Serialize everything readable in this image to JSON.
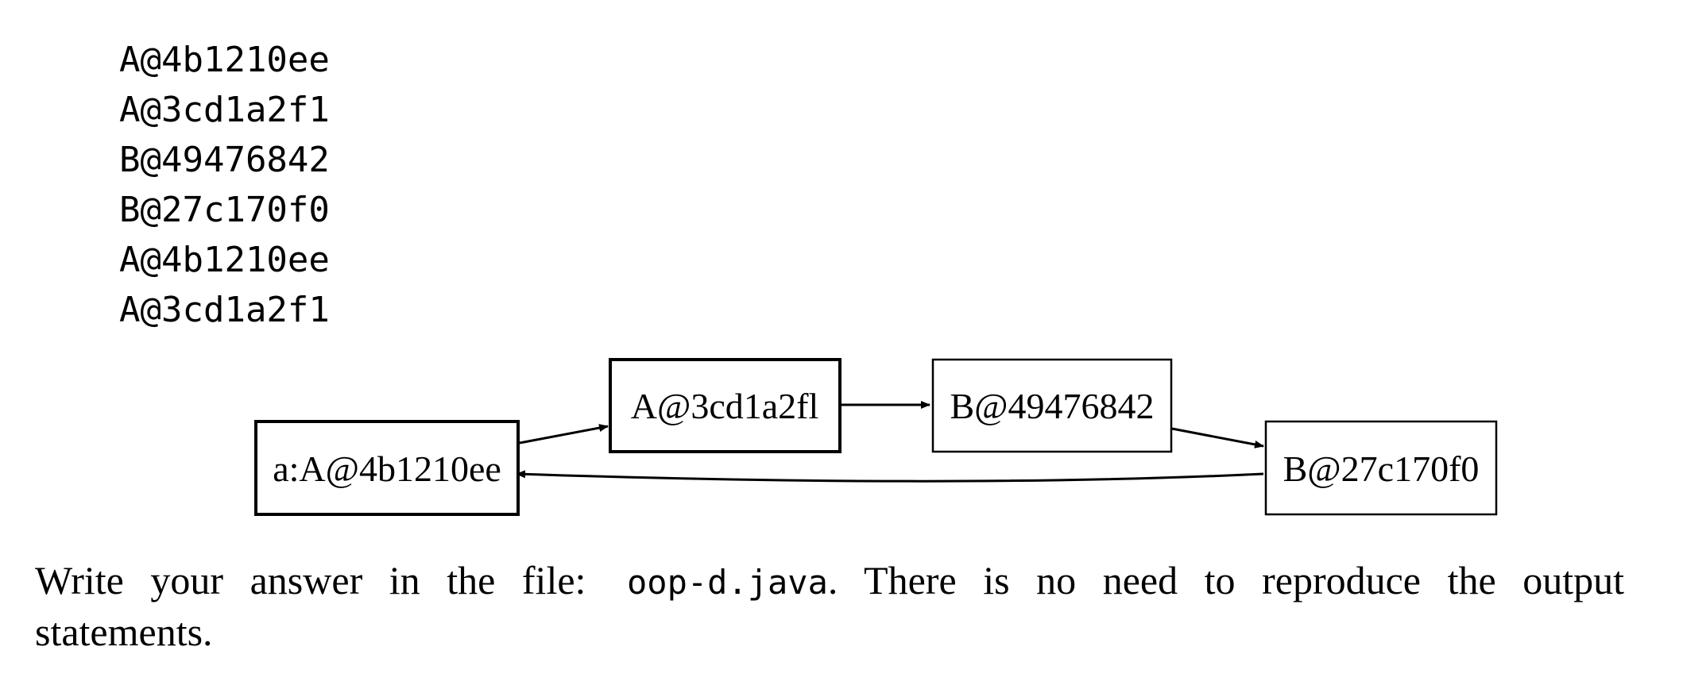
{
  "output_lines": [
    "A@4b1210ee",
    "A@3cd1a2f1",
    "B@49476842",
    "B@27c170f0",
    "A@4b1210ee",
    "A@3cd1a2f1"
  ],
  "diagram": {
    "nodes": {
      "n1": "a:A@4b1210ee",
      "n2": "A@3cd1a2fl",
      "n3": "B@49476842",
      "n4": "B@27c170f0"
    },
    "edges": [
      {
        "from": "n1",
        "to": "n2"
      },
      {
        "from": "n2",
        "to": "n3"
      },
      {
        "from": "n3",
        "to": "n4"
      },
      {
        "from": "n4",
        "to": "n1"
      }
    ]
  },
  "instructions": {
    "prefix": "Write your answer in the file:",
    "filename": "oop-d.java",
    "suffix": ". There is no need to reproduce the output",
    "line2": "statements."
  }
}
